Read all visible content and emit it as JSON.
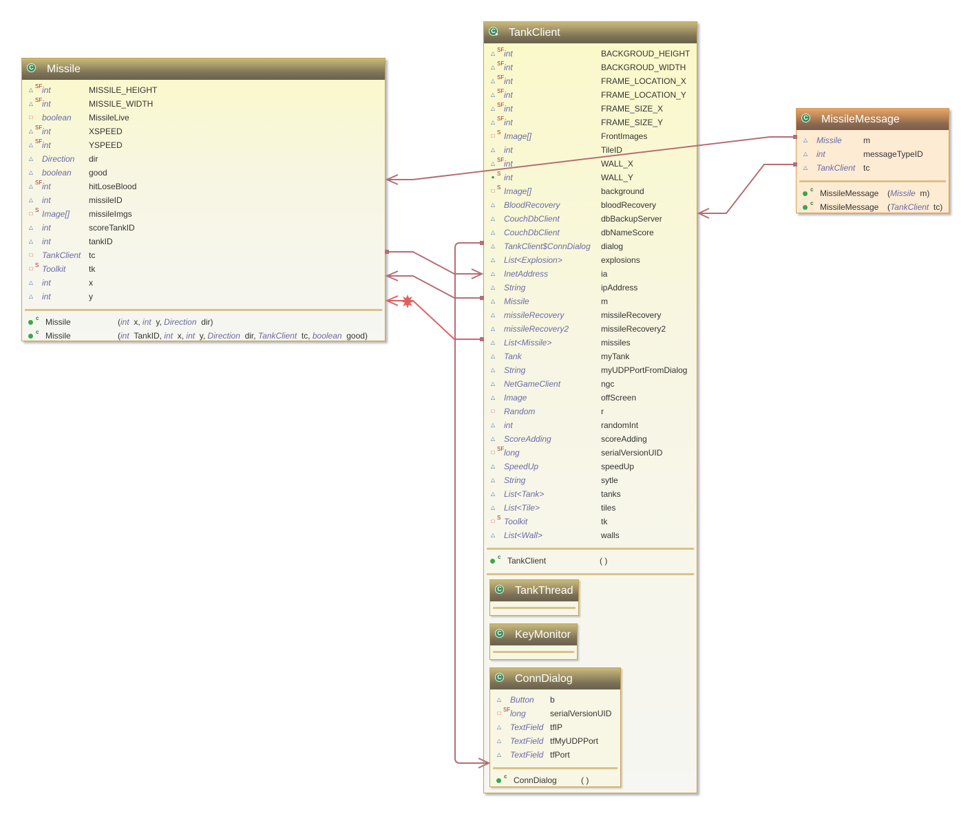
{
  "classes": {
    "missile": {
      "name": "Missile",
      "fields": [
        {
          "vis": "pkg",
          "mod": "SF",
          "type": "int",
          "name": "MISSILE_HEIGHT"
        },
        {
          "vis": "pkg",
          "mod": "SF",
          "type": "int",
          "name": "MISSILE_WIDTH"
        },
        {
          "vis": "pri",
          "mod": "",
          "type": "boolean",
          "name": "MissileLive"
        },
        {
          "vis": "pkg",
          "mod": "SF",
          "type": "int",
          "name": "XSPEED"
        },
        {
          "vis": "pkg",
          "mod": "SF",
          "type": "int",
          "name": "YSPEED"
        },
        {
          "vis": "pkg",
          "mod": "",
          "type": "Direction",
          "name": "dir"
        },
        {
          "vis": "pkg",
          "mod": "",
          "type": "boolean",
          "name": "good"
        },
        {
          "vis": "pkg",
          "mod": "SF",
          "type": "int",
          "name": "hitLoseBlood"
        },
        {
          "vis": "pkg",
          "mod": "",
          "type": "int",
          "name": "missileID"
        },
        {
          "vis": "pri",
          "mod": "S",
          "type": "Image[]",
          "name": "missileImgs"
        },
        {
          "vis": "pkg",
          "mod": "",
          "type": "int",
          "name": "scoreTankID"
        },
        {
          "vis": "pkg",
          "mod": "",
          "type": "int",
          "name": "tankID"
        },
        {
          "vis": "pri",
          "mod": "",
          "type": "TankClient",
          "name": "tc"
        },
        {
          "vis": "pri",
          "mod": "S",
          "type": "Toolkit",
          "name": "tk"
        },
        {
          "vis": "pkg",
          "mod": "",
          "type": "int",
          "name": "x"
        },
        {
          "vis": "pkg",
          "mod": "",
          "type": "int",
          "name": "y"
        }
      ],
      "ctors": [
        {
          "name": "Missile",
          "params": [
            [
              "int",
              "x"
            ],
            [
              "int",
              "y"
            ],
            [
              "Direction",
              "dir"
            ]
          ]
        },
        {
          "name": "Missile",
          "params": [
            [
              "int",
              "TankID"
            ],
            [
              "int",
              "x"
            ],
            [
              "int",
              "y"
            ],
            [
              "Direction",
              "dir"
            ],
            [
              "TankClient",
              "tc"
            ],
            [
              "boolean",
              "good"
            ]
          ]
        }
      ]
    },
    "tankclient": {
      "name": "TankClient",
      "fields": [
        {
          "vis": "pkg",
          "mod": "SF",
          "type": "int",
          "name": "BACKGROUD_HEIGHT"
        },
        {
          "vis": "pkg",
          "mod": "SF",
          "type": "int",
          "name": "BACKGROUD_WIDTH"
        },
        {
          "vis": "pkg",
          "mod": "SF",
          "type": "int",
          "name": "FRAME_LOCATION_X"
        },
        {
          "vis": "pkg",
          "mod": "SF",
          "type": "int",
          "name": "FRAME_LOCATION_Y"
        },
        {
          "vis": "pkg",
          "mod": "SF",
          "type": "int",
          "name": "FRAME_SIZE_X"
        },
        {
          "vis": "pkg",
          "mod": "SF",
          "type": "int",
          "name": "FRAME_SIZE_Y"
        },
        {
          "vis": "pri",
          "mod": "S",
          "type": "Image[]",
          "name": "FrontImages"
        },
        {
          "vis": "pkg",
          "mod": "",
          "type": "int",
          "name": "TileID"
        },
        {
          "vis": "pkg",
          "mod": "SF",
          "type": "int",
          "name": "WALL_X"
        },
        {
          "vis": "pub",
          "mod": "S",
          "type": "int",
          "name": "WALL_Y"
        },
        {
          "vis": "pri",
          "mod": "S",
          "type": "Image[]",
          "name": "background"
        },
        {
          "vis": "pkg",
          "mod": "",
          "type": "BloodRecovery",
          "name": "bloodRecovery"
        },
        {
          "vis": "pkg",
          "mod": "",
          "type": "CouchDbClient",
          "name": "dbBackupServer"
        },
        {
          "vis": "pkg",
          "mod": "",
          "type": "CouchDbClient",
          "name": "dbNameScore"
        },
        {
          "vis": "pkg",
          "mod": "",
          "type": "TankClient$ConnDialog",
          "name": "dialog"
        },
        {
          "vis": "pkg",
          "mod": "",
          "type": "List<Explosion>",
          "name": "explosions"
        },
        {
          "vis": "pkg",
          "mod": "",
          "type": "InetAddress",
          "name": "ia"
        },
        {
          "vis": "pkg",
          "mod": "",
          "type": "String",
          "name": "ipAddress"
        },
        {
          "vis": "pkg",
          "mod": "",
          "type": "Missile",
          "name": "m"
        },
        {
          "vis": "pkg",
          "mod": "",
          "type": "missileRecovery",
          "name": "missileRecovery"
        },
        {
          "vis": "pkg",
          "mod": "",
          "type": "missileRecovery2",
          "name": "missileRecovery2"
        },
        {
          "vis": "pkg",
          "mod": "",
          "type": "List<Missile>",
          "name": "missiles"
        },
        {
          "vis": "pkg",
          "mod": "",
          "type": "Tank",
          "name": "myTank"
        },
        {
          "vis": "pkg",
          "mod": "",
          "type": "String",
          "name": "myUDPPortFromDialog"
        },
        {
          "vis": "pkg",
          "mod": "",
          "type": "NetGameClient",
          "name": "ngc"
        },
        {
          "vis": "pkg",
          "mod": "",
          "type": "Image",
          "name": "offScreen"
        },
        {
          "vis": "pri",
          "mod": "",
          "type": "Random",
          "name": "r"
        },
        {
          "vis": "pkg",
          "mod": "",
          "type": "int",
          "name": "randomInt"
        },
        {
          "vis": "pkg",
          "mod": "",
          "type": "ScoreAdding",
          "name": "scoreAdding"
        },
        {
          "vis": "pri",
          "mod": "SF",
          "type": "long",
          "name": "serialVersionUID"
        },
        {
          "vis": "pkg",
          "mod": "",
          "type": "SpeedUp",
          "name": "speedUp"
        },
        {
          "vis": "pkg",
          "mod": "",
          "type": "String",
          "name": "sytle"
        },
        {
          "vis": "pkg",
          "mod": "",
          "type": "List<Tank>",
          "name": "tanks"
        },
        {
          "vis": "pkg",
          "mod": "",
          "type": "List<Tile>",
          "name": "tiles"
        },
        {
          "vis": "pri",
          "mod": "S",
          "type": "Toolkit",
          "name": "tk"
        },
        {
          "vis": "pkg",
          "mod": "",
          "type": "List<Wall>",
          "name": "walls"
        }
      ],
      "ctors": [
        {
          "name": "TankClient",
          "params": []
        }
      ]
    },
    "missilemessage": {
      "name": "MissileMessage",
      "fields": [
        {
          "vis": "pkg",
          "mod": "",
          "type": "Missile",
          "name": "m"
        },
        {
          "vis": "pkg",
          "mod": "",
          "type": "int",
          "name": "messageTypeID"
        },
        {
          "vis": "pkg",
          "mod": "",
          "type": "TankClient",
          "name": "tc"
        }
      ],
      "ctors": [
        {
          "name": "MissileMessage",
          "params": [
            [
              "Missile",
              "m"
            ]
          ]
        },
        {
          "name": "MissileMessage",
          "params": [
            [
              "TankClient",
              "tc"
            ]
          ]
        }
      ]
    },
    "tankthread": {
      "name": "TankThread"
    },
    "keymonitor": {
      "name": "KeyMonitor"
    },
    "conndialog": {
      "name": "ConnDialog",
      "fields": [
        {
          "vis": "pkg",
          "mod": "",
          "type": "Button",
          "name": "b"
        },
        {
          "vis": "pri",
          "mod": "SF",
          "type": "long",
          "name": "serialVersionUID"
        },
        {
          "vis": "pkg",
          "mod": "",
          "type": "TextField",
          "name": "tfIP"
        },
        {
          "vis": "pkg",
          "mod": "",
          "type": "TextField",
          "name": "tfMyUDPPort"
        },
        {
          "vis": "pkg",
          "mod": "",
          "type": "TextField",
          "name": "tfPort"
        }
      ],
      "ctors": [
        {
          "name": "ConnDialog",
          "params": []
        }
      ]
    }
  },
  "icons": {
    "class": "class-icon",
    "inner": "inner-class-icon",
    "field-vis": "visibility-icon",
    "ctor": "constructor-icon"
  },
  "colors": {
    "link": "#b56d73",
    "link_bright": "#e06060",
    "header": "#7c7156",
    "border": "#c9a24a"
  }
}
